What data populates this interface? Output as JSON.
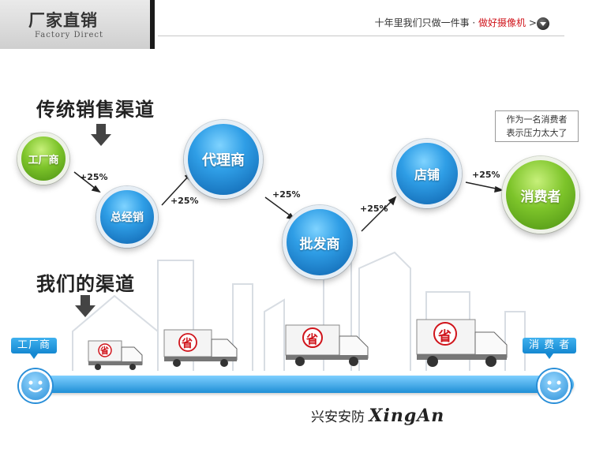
{
  "header": {
    "title": "厂家直销",
    "subtitle": "Factory Direct",
    "slogan_main": "十年里我们只做一件事 · ",
    "slogan_highlight": "做好摄像机",
    "slogan_suffix": " >>"
  },
  "traditional": {
    "title": "传统销售渠道",
    "nodes": {
      "factory": "工厂商",
      "general": "总经销",
      "agent": "代理商",
      "wholesale": "批发商",
      "store": "店铺",
      "consumer": "消费者"
    },
    "markups": [
      "+25%",
      "+25%",
      "+25%",
      "+25%",
      "+25%"
    ],
    "bubble_line1": "作为一名消费者",
    "bubble_line2": "表示压力太大了"
  },
  "ours": {
    "title": "我们的渠道",
    "start_label": "工厂商",
    "end_label": "消 费 者",
    "truck_badge": "省",
    "brand_cn": "兴安安防",
    "brand_en": "XingAn"
  },
  "colors": {
    "blue_ball": "#2f9ee6",
    "green_ball": "#7dc42a",
    "road": "#1f8fd6",
    "highlight": "#d0141b"
  }
}
